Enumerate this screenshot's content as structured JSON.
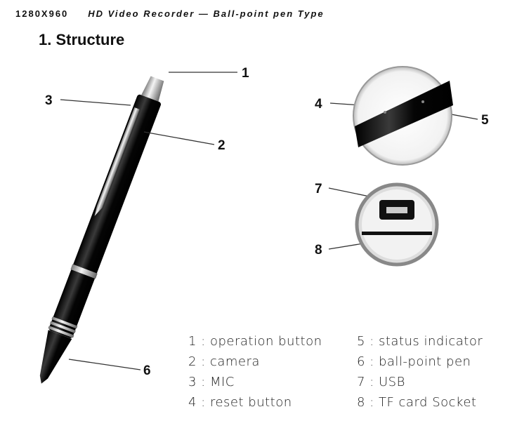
{
  "header": {
    "resolution": "1280X960",
    "product": "HD Video Recorder — Ball-point pen Type"
  },
  "section_title": "1. Structure",
  "callouts": [
    "1",
    "2",
    "3",
    "4",
    "5",
    "6",
    "7",
    "8"
  ],
  "legend": [
    {
      "num": "1",
      "label": "operation button"
    },
    {
      "num": "2",
      "label": "camera"
    },
    {
      "num": "3",
      "label": "MIC"
    },
    {
      "num": "4",
      "label": "reset button"
    },
    {
      "num": "5",
      "label": "status indicator"
    },
    {
      "num": "6",
      "label": "ball-point pen"
    },
    {
      "num": "7",
      "label": "USB"
    },
    {
      "num": "8",
      "label": "TF card Socket"
    }
  ]
}
